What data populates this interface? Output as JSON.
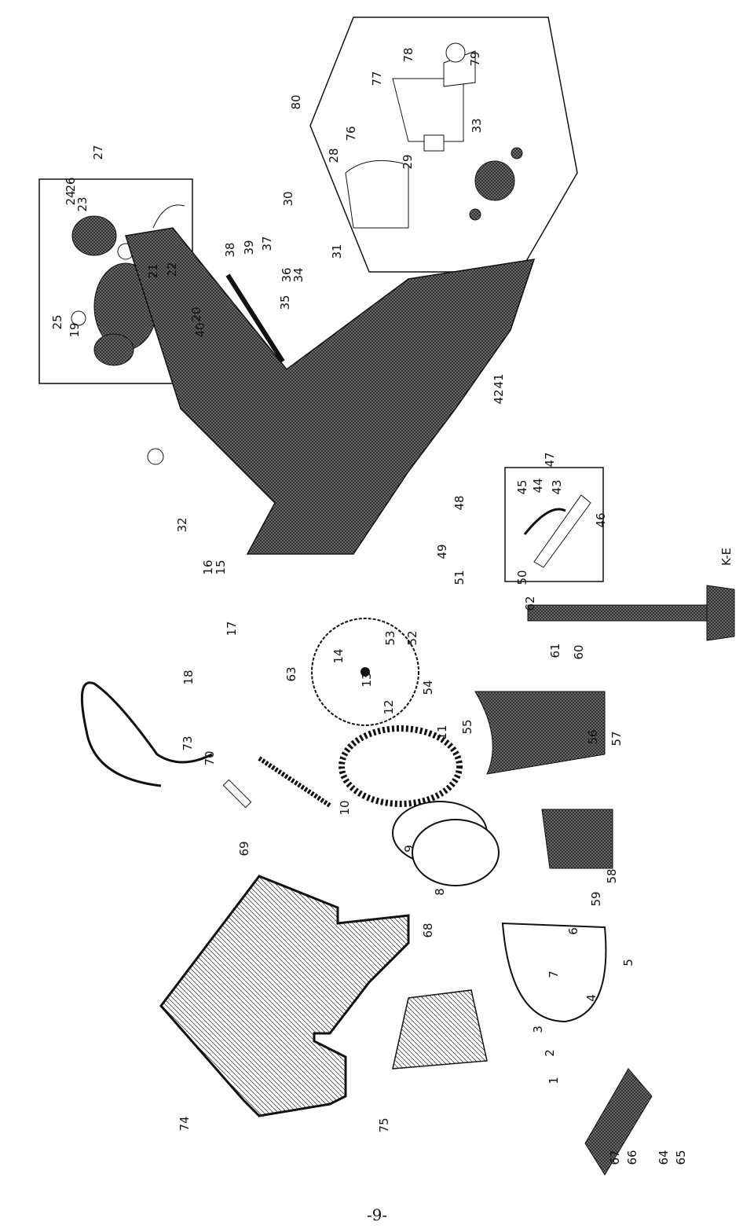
{
  "page": {
    "page_number": "-9-"
  },
  "callouts": [
    "1",
    "2",
    "3",
    "4",
    "5",
    "6",
    "7",
    "8",
    "9",
    "10",
    "11",
    "12",
    "13",
    "14",
    "15",
    "16",
    "17",
    "18",
    "19",
    "20",
    "21",
    "22",
    "23",
    "24",
    "25",
    "26",
    "27",
    "28",
    "29",
    "30",
    "31",
    "32",
    "33",
    "34",
    "35",
    "36",
    "37",
    "38",
    "39",
    "40",
    "41",
    "42",
    "43",
    "44",
    "45",
    "46",
    "47",
    "48",
    "49",
    "50",
    "51",
    "52",
    "53",
    "54",
    "55",
    "56",
    "57",
    "58",
    "59",
    "60",
    "61",
    "62",
    "63",
    "64",
    "65",
    "66",
    "67",
    "68",
    "69",
    "70",
    "73",
    "74",
    "75",
    "76",
    "77",
    "78",
    "79",
    "80"
  ],
  "markings": {
    "stand_label": "K-E"
  }
}
